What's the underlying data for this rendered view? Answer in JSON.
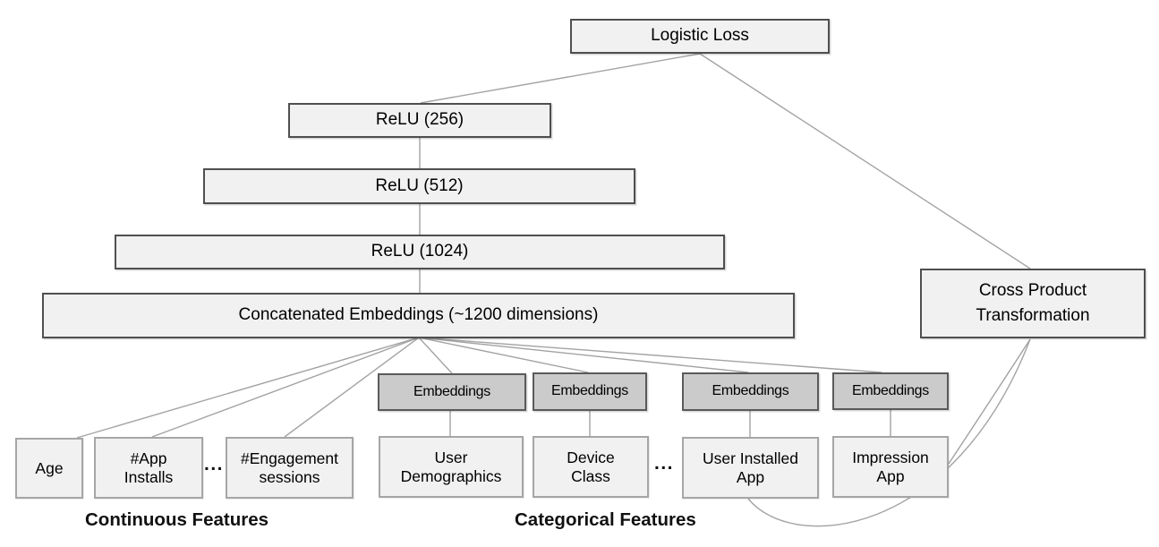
{
  "diagram": {
    "nodes": {
      "logistic_loss": {
        "label": "Logistic Loss"
      },
      "relu_256": {
        "label": "ReLU (256)"
      },
      "relu_512": {
        "label": "ReLU (512)"
      },
      "relu_1024": {
        "label": "ReLU (1024)"
      },
      "concatenated_embeddings": {
        "label": "Concatenated Embeddings (~1200 dimensions)"
      },
      "cross_product_transformation": {
        "label": "Cross Product\nTransformation"
      },
      "embeddings_1": {
        "label": "Embeddings"
      },
      "embeddings_2": {
        "label": "Embeddings"
      },
      "embeddings_3": {
        "label": "Embeddings"
      },
      "embeddings_4": {
        "label": "Embeddings"
      },
      "age": {
        "label": "Age"
      },
      "app_installs": {
        "label": "#App\nInstalls"
      },
      "engagement_sessions": {
        "label": "#Engagement\nsessions"
      },
      "user_demographics": {
        "label": "User\nDemographics"
      },
      "device_class": {
        "label": "Device\nClass"
      },
      "user_installed_app": {
        "label": "User Installed\nApp"
      },
      "impression_app": {
        "label": "Impression\nApp"
      }
    },
    "ellipsis": "...",
    "group_labels": {
      "continuous": "Continuous Features",
      "categorical": "Categorical Features"
    },
    "colors": {
      "node_fill": "#f1f1f1",
      "embedding_fill": "#cbcbcb",
      "border_dark": "#4f4f4f",
      "border_light": "#a6a6a6",
      "connector": "#a3a3a3",
      "text": "#000000"
    }
  }
}
